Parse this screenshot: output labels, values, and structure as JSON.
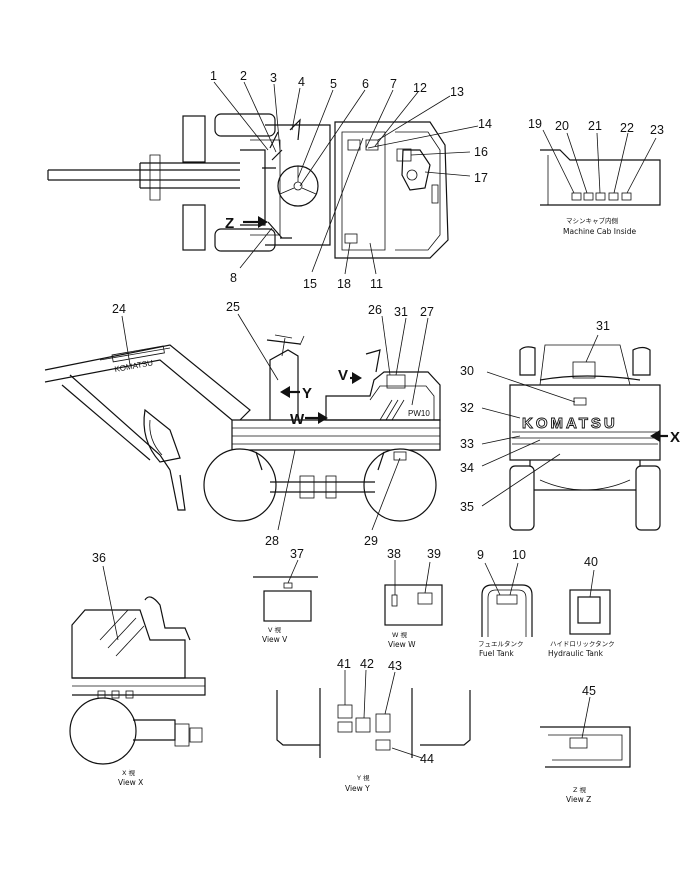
{
  "callouts": {
    "n1": "1",
    "n2": "2",
    "n3": "3",
    "n4": "4",
    "n5": "5",
    "n6": "6",
    "n7": "7",
    "n8": "8",
    "n9": "9",
    "n10": "10",
    "n11": "11",
    "n12": "12",
    "n13": "13",
    "n14": "14",
    "n15": "15",
    "n16": "16",
    "n17": "17",
    "n18": "18",
    "n19": "19",
    "n20": "20",
    "n21": "21",
    "n22": "22",
    "n23": "23",
    "n24": "24",
    "n25": "25",
    "n26": "26",
    "n27": "27",
    "n28": "28",
    "n29": "29",
    "n30": "30",
    "n31a": "31",
    "n31b": "31",
    "n32": "32",
    "n33": "33",
    "n34": "34",
    "n35": "35",
    "n36": "36",
    "n37": "37",
    "n38": "38",
    "n39": "39",
    "n40": "40",
    "n41": "41",
    "n42": "42",
    "n43": "43",
    "n44": "44",
    "n45": "45"
  },
  "view_markers": {
    "z": "Z",
    "y": "Y",
    "w": "W",
    "v": "V",
    "x": "X"
  },
  "brand": {
    "logo": "KOMATSU",
    "model": "PW10",
    "boom_text": "KOMATSU"
  },
  "captions": {
    "cab_jp": "マシンキャブ内側",
    "cab_en": "Machine  Cab  Inside",
    "fuel_jp": "フュエルタンク",
    "fuel_en": "Fuel  Tank",
    "hyd_jp": "ハイドロリックタンク",
    "hyd_en": "Hydraulic  Tank",
    "view_v_jp": "V  視",
    "view_v_en": "View  V",
    "view_w_jp": "W  視",
    "view_w_en": "View  W",
    "view_x_jp": "X  視",
    "view_x_en": "View  X",
    "view_y_jp": "Y  視",
    "view_y_en": "View  Y",
    "view_z_jp": "Z  視",
    "view_z_en": "View  Z"
  }
}
